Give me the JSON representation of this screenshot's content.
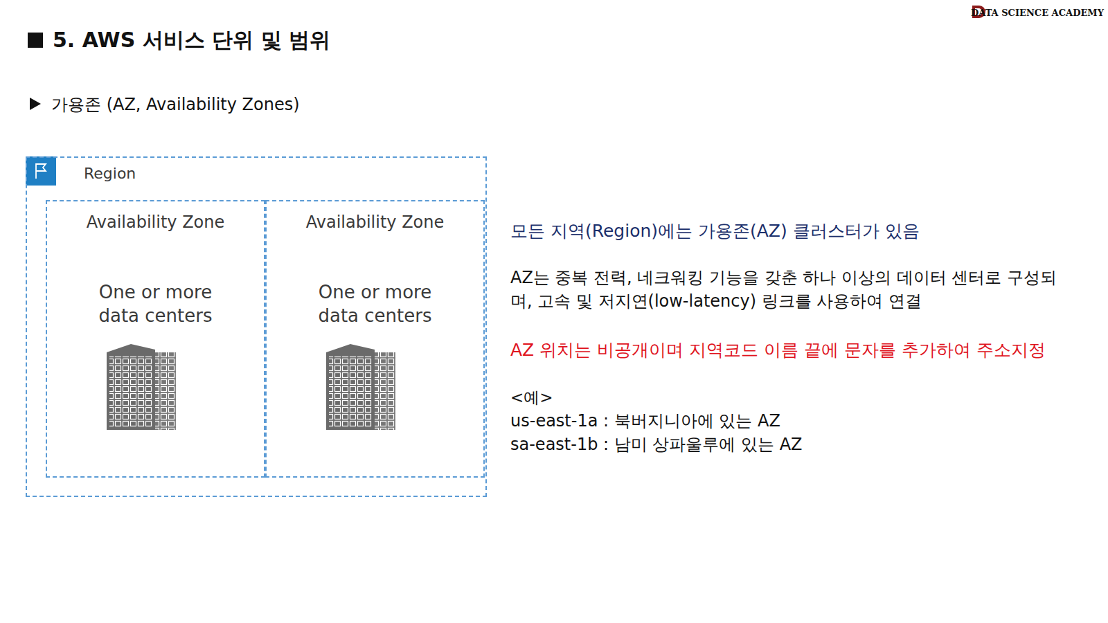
{
  "diagram": {
    "title": "5. AWS 서비스 단위 및 범위",
    "nodes": [
      {
        "text": [
          "Region"
        ]
      },
      {
        "text": [
          "Availability Zone",
          "One or more data centers"
        ],
        "in": 0
      },
      {
        "text": [
          "Availability Zone",
          "One or more data centers"
        ],
        "in": 0
      }
    ],
    "labels": [
      "DATA SCIENCE ACADEMY",
      "가용존 (AZ, Availability Zones)",
      "모든 지역(Region)에는 가용존(AZ) 클러스터가 있음",
      "AZ는 중복 전력, 네크워킹 기능을 갖춘 하나 이상의 데이터 센터로 구성되며, 고속 및 저지연(low-latency) 링크를 사용하여 연결",
      "AZ 위치는 비공개이며 지역코드 이름 끝에 문자를 추가하여 주소지정",
      "<예>",
      "us-east-1a : 북버지니아에 있는 AZ",
      "sa-east-1b : 남미 상파울루에 있는 AZ"
    ]
  }
}
